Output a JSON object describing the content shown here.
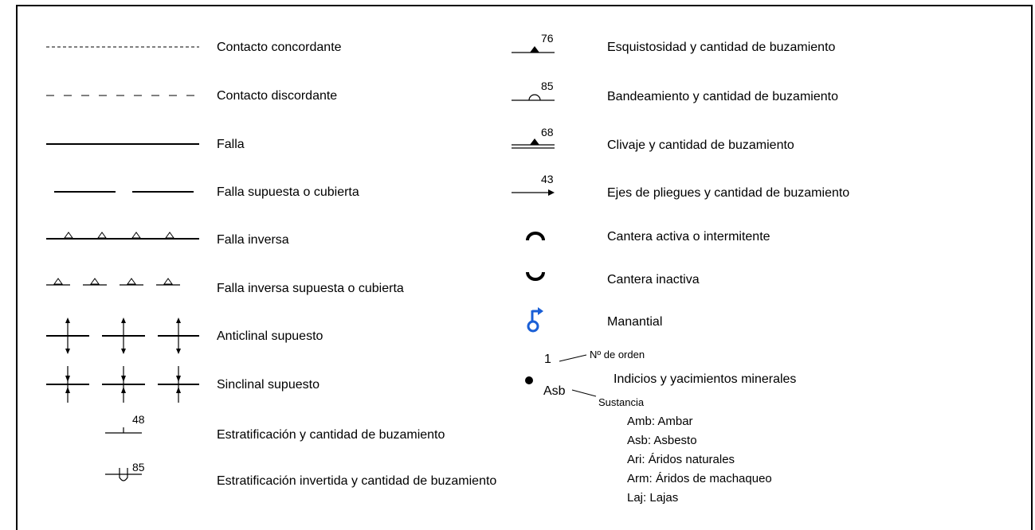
{
  "colors": {
    "line": "#000000",
    "spring": "#1a5fd6"
  },
  "left_items": [
    {
      "symbol": "dotted-line",
      "label": "Contacto concordante"
    },
    {
      "symbol": "dashed-line",
      "label": "Contacto discordante"
    },
    {
      "symbol": "solid-line",
      "label": "Falla"
    },
    {
      "symbol": "long-dash-line",
      "label": "Falla supuesta o cubierta"
    },
    {
      "symbol": "reverse-fault-line",
      "label": "Falla inversa"
    },
    {
      "symbol": "reverse-fault-dashed-line",
      "label": "Falla inversa supuesta o cubierta"
    },
    {
      "symbol": "anticline-symbol",
      "label": "Anticlinal supuesto"
    },
    {
      "symbol": "syncline-symbol",
      "label": "Sinclinal supuesto"
    },
    {
      "symbol": "bedding-dip-symbol",
      "label": "Estratificación y cantidad de buzamiento",
      "value": "48"
    },
    {
      "symbol": "overturned-bedding-symbol",
      "label": "Estratificación invertida y cantidad de buzamiento",
      "value": "85"
    }
  ],
  "right_items": [
    {
      "symbol": "schistosity-symbol",
      "label": "Esquistosidad y cantidad de buzamiento",
      "value": "76"
    },
    {
      "symbol": "banding-symbol",
      "label": "Bandeamiento y cantidad de buzamiento",
      "value": "85"
    },
    {
      "symbol": "cleavage-symbol",
      "label": "Clivaje y cantidad de buzamiento",
      "value": "68"
    },
    {
      "symbol": "fold-axis-symbol",
      "label": "Ejes de pliegues y cantidad de buzamiento",
      "value": "43"
    },
    {
      "symbol": "active-quarry-icon",
      "label": "Cantera activa o intermitente"
    },
    {
      "symbol": "inactive-quarry-icon",
      "label": "Cantera inactiva"
    },
    {
      "symbol": "spring-icon",
      "label": "Manantial"
    }
  ],
  "mineral": {
    "order_number": "1",
    "order_label": "Nº de orden",
    "label": "Indicios y yacimientos minerales",
    "substance_code": "Asb",
    "substance_label": "Sustancia",
    "substances": [
      "Amb: Ambar",
      "Asb: Asbesto",
      "Ari: Áridos naturales",
      "Arm: Áridos de machaqueo",
      "Laj: Lajas"
    ]
  }
}
